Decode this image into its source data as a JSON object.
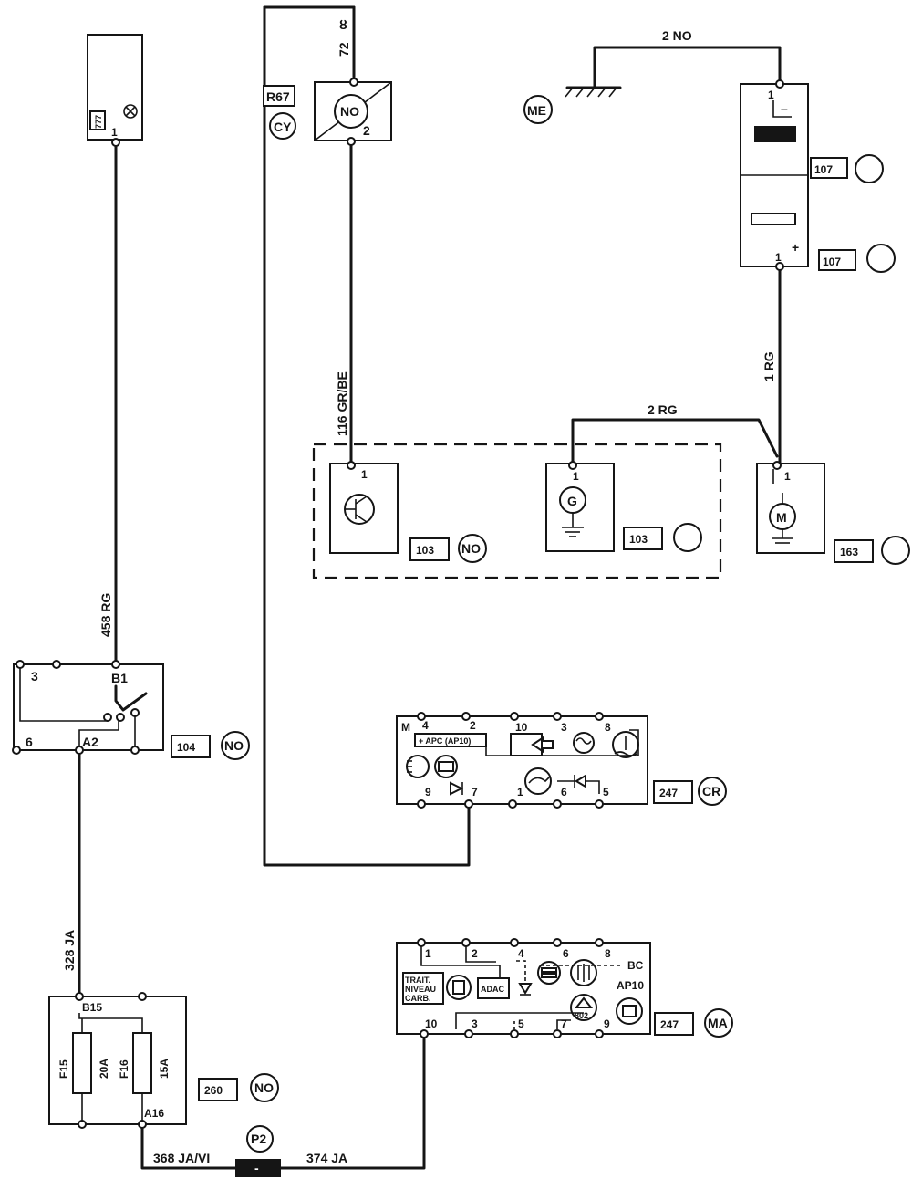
{
  "wires": {
    "w72": "72",
    "w2no": "2  NO",
    "w116": "116  GR/BE",
    "w2rg": "2  RG",
    "w1rg": "1  RG",
    "w458": "458 RG",
    "w328": "328 JA",
    "w368": "368  JA/VI",
    "w374": "374  JA"
  },
  "components": {
    "c777": {
      "ref": "777",
      "pin": "1"
    },
    "r67": {
      "ref": "R67",
      "circle": "CY",
      "symbol": "NO",
      "pin": "2"
    },
    "me": "ME",
    "battery": {
      "pin_top": "1",
      "pin_bottom": "1",
      "minus": "–",
      "plus": "+",
      "ref_top": "107",
      "ref_bottom": "107"
    },
    "sensor103a": {
      "pin": "1",
      "ref": "103",
      "circle": "NO"
    },
    "gen103": {
      "pin": "1",
      "symbol": "G",
      "ref": "103"
    },
    "starter163": {
      "pin": "1",
      "symbol": "M",
      "ref": "163"
    },
    "switch104": {
      "p3": "3",
      "pb1": "B1",
      "p6": "6",
      "pa2": "A2",
      "ref": "104",
      "circle": "NO"
    },
    "cluster247cr": {
      "pm": "M",
      "p4": "4",
      "p2": "2",
      "p10": "10",
      "p3": "3",
      "p8": "8",
      "apc": "+ APC (AP10)",
      "p9": "9",
      "p7": "7",
      "p1": "1",
      "p6": "6",
      "p5": "5",
      "ref": "247",
      "circle": "CR"
    },
    "cluster247ma": {
      "p1": "1",
      "p2": "2",
      "p4": "4",
      "p6": "6",
      "p8": "8",
      "bc": "BC",
      "ap10": "AP10",
      "trait1": "TRAIT.",
      "trait2": "NIVEAU",
      "trait3": "CARB.",
      "adac": "ADAC",
      "p10": "10",
      "p3": "3",
      "p5": "5",
      "p7": "7",
      "p9": "9",
      "g802": "802",
      "ref": "247",
      "circle": "MA"
    },
    "fuse260": {
      "pb15": "B15",
      "f15": "F15",
      "f15a": "20A",
      "f16": "F16",
      "f16a": "15A",
      "pa16": "A16",
      "ref": "260",
      "circle": "NO"
    },
    "p2": {
      "circle": "P2",
      "conn": "-"
    }
  }
}
